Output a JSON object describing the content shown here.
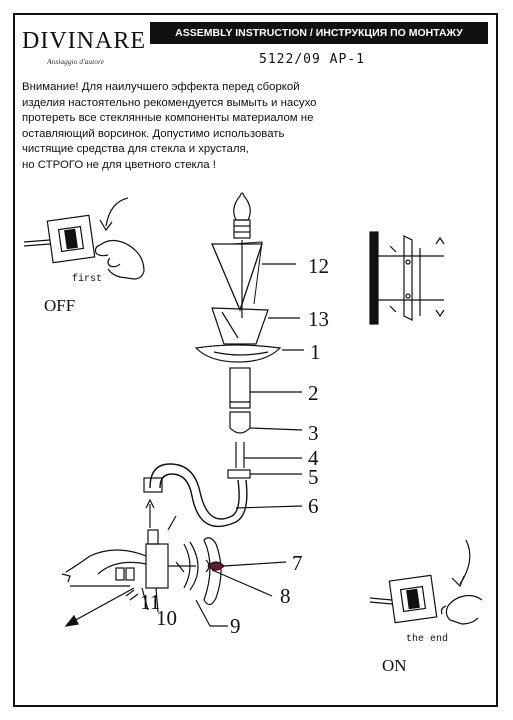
{
  "brand": {
    "name": "DIVINARE",
    "tagline": "Ansiaggio d'autore"
  },
  "header": {
    "title": "ASSEMBLY INSTRUCTION / ИНСТРУКЦИЯ ПО МОНТАЖУ"
  },
  "model": "5122/09 AP-1",
  "warning_lines": [
    "Внимание! Для наилучшего эффекта  перед сборкой",
    "изделия настоятельно рекомендуется вымыть и насухо",
    " протереть все стеклянные компоненты материалом не",
    "оставляющий ворсинок. Допустимо использовать",
    "чистящие средства для стекла и хрусталя,",
    "  но СТРОГО не  для цветного стекла !"
  ],
  "switch_first": {
    "caption": "first",
    "state": "OFF"
  },
  "switch_end": {
    "caption": "the end",
    "state": "ON"
  },
  "part_numbers": [
    "12",
    "13",
    "1",
    "2",
    "3",
    "4",
    "5",
    "6",
    "7",
    "8",
    "9",
    "10",
    "11"
  ],
  "icons": [
    "switch-icon",
    "hand-icon",
    "curved-arrow-icon",
    "bulb-icon",
    "wall-bracket-icon",
    "screw-icon"
  ]
}
